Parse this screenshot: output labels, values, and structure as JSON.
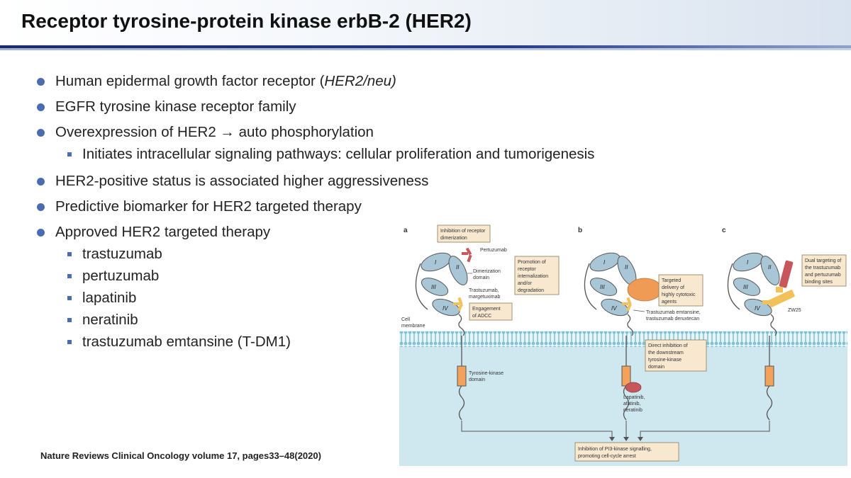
{
  "title": "Receptor tyrosine-protein kinase erbB-2 (HER2)",
  "bullets": {
    "b1_pre": "Human epidermal growth factor receptor (",
    "b1_italic": "HER2/neu)",
    "b2": "EGFR tyrosine kinase receptor family",
    "b3": "Overexpression of HER2 → auto phosphorylation",
    "b3_sub": "Initiates intracellular signaling pathways: cellular proliferation and tumorigenesis",
    "b4": "HER2-positive status is associated higher aggressiveness",
    "b5": "Predictive biomarker for HER2 targeted therapy",
    "b6": "Approved HER2 targeted therapy",
    "b6_subs": [
      "trastuzumab",
      "pertuzumab",
      "lapatinib",
      "neratinib",
      "trastuzumab emtansine (T-DM1)"
    ]
  },
  "citation": "Nature Reviews Clinical Oncology volume 17, pages33–48(2020)",
  "figure": {
    "panel_a": "a",
    "panel_b": "b",
    "panel_c": "c",
    "domain_I": "I",
    "domain_II": "II",
    "domain_III": "III",
    "domain_IV": "IV",
    "box_inhibition_l1": "Inhibition of receptor",
    "box_inhibition_l2": "dimerization",
    "pertuzumab": "Pertuzumab",
    "box_promotion": [
      "Promotion of",
      "receptor",
      "internalization",
      "and/or",
      "degradation"
    ],
    "dimerization_l1": "Dimerization",
    "dimerization_l2": "domain",
    "trastuzumab_l1": "Trastuzumab,",
    "trastuzumab_l2": "margetuximab",
    "box_adcc_l1": "Engagement",
    "box_adcc_l2": "of ADCC",
    "cell_l1": "Cell",
    "cell_l2": "membrane",
    "tk_l1": "Tyrosine-kinase",
    "tk_l2": "domain",
    "box_targeted": [
      "Targeted",
      "delivery of",
      "highly cytotoxic",
      "agents"
    ],
    "adc_l1": "Trastuzumab emtansine,",
    "adc_l2": "trastuzumab deruxtecan",
    "box_direct": [
      "Direct inhibition of",
      "the downstream",
      "tyrosine-kinase",
      "domain"
    ],
    "tki": [
      "Lapatinib,",
      "afatinib,",
      "neratinib"
    ],
    "box_dual": [
      "Dual targeting of",
      "the trastuzumab",
      "and pertuzumab",
      "binding sites"
    ],
    "zw25": "ZW25",
    "box_pi3k_l1": "Inhibition of PI3-kinase signalling,",
    "box_pi3k_l2": "promoting cell-cycle arrest"
  }
}
